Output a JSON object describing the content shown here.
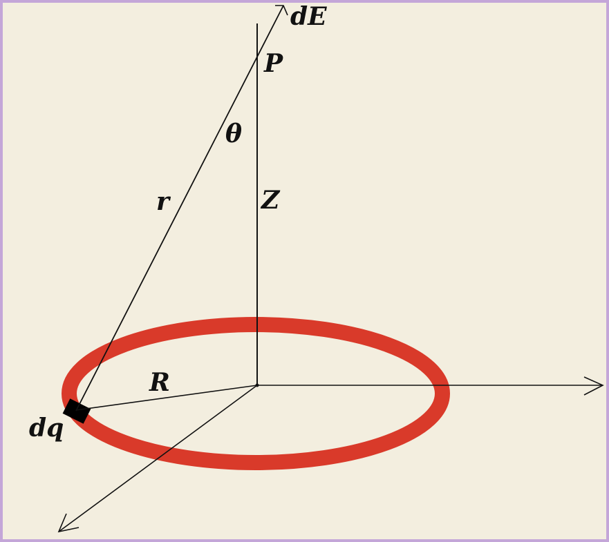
{
  "labels": {
    "dE": "dE",
    "P": "P",
    "theta": "θ",
    "r": "r",
    "Z": "Z",
    "R": "R",
    "dq": "dq"
  },
  "colors": {
    "background": "#f3eedf",
    "border": "#c4a6d8",
    "ring": "#d93a2a",
    "charge_element": "#000000",
    "lines": "#111111"
  }
}
